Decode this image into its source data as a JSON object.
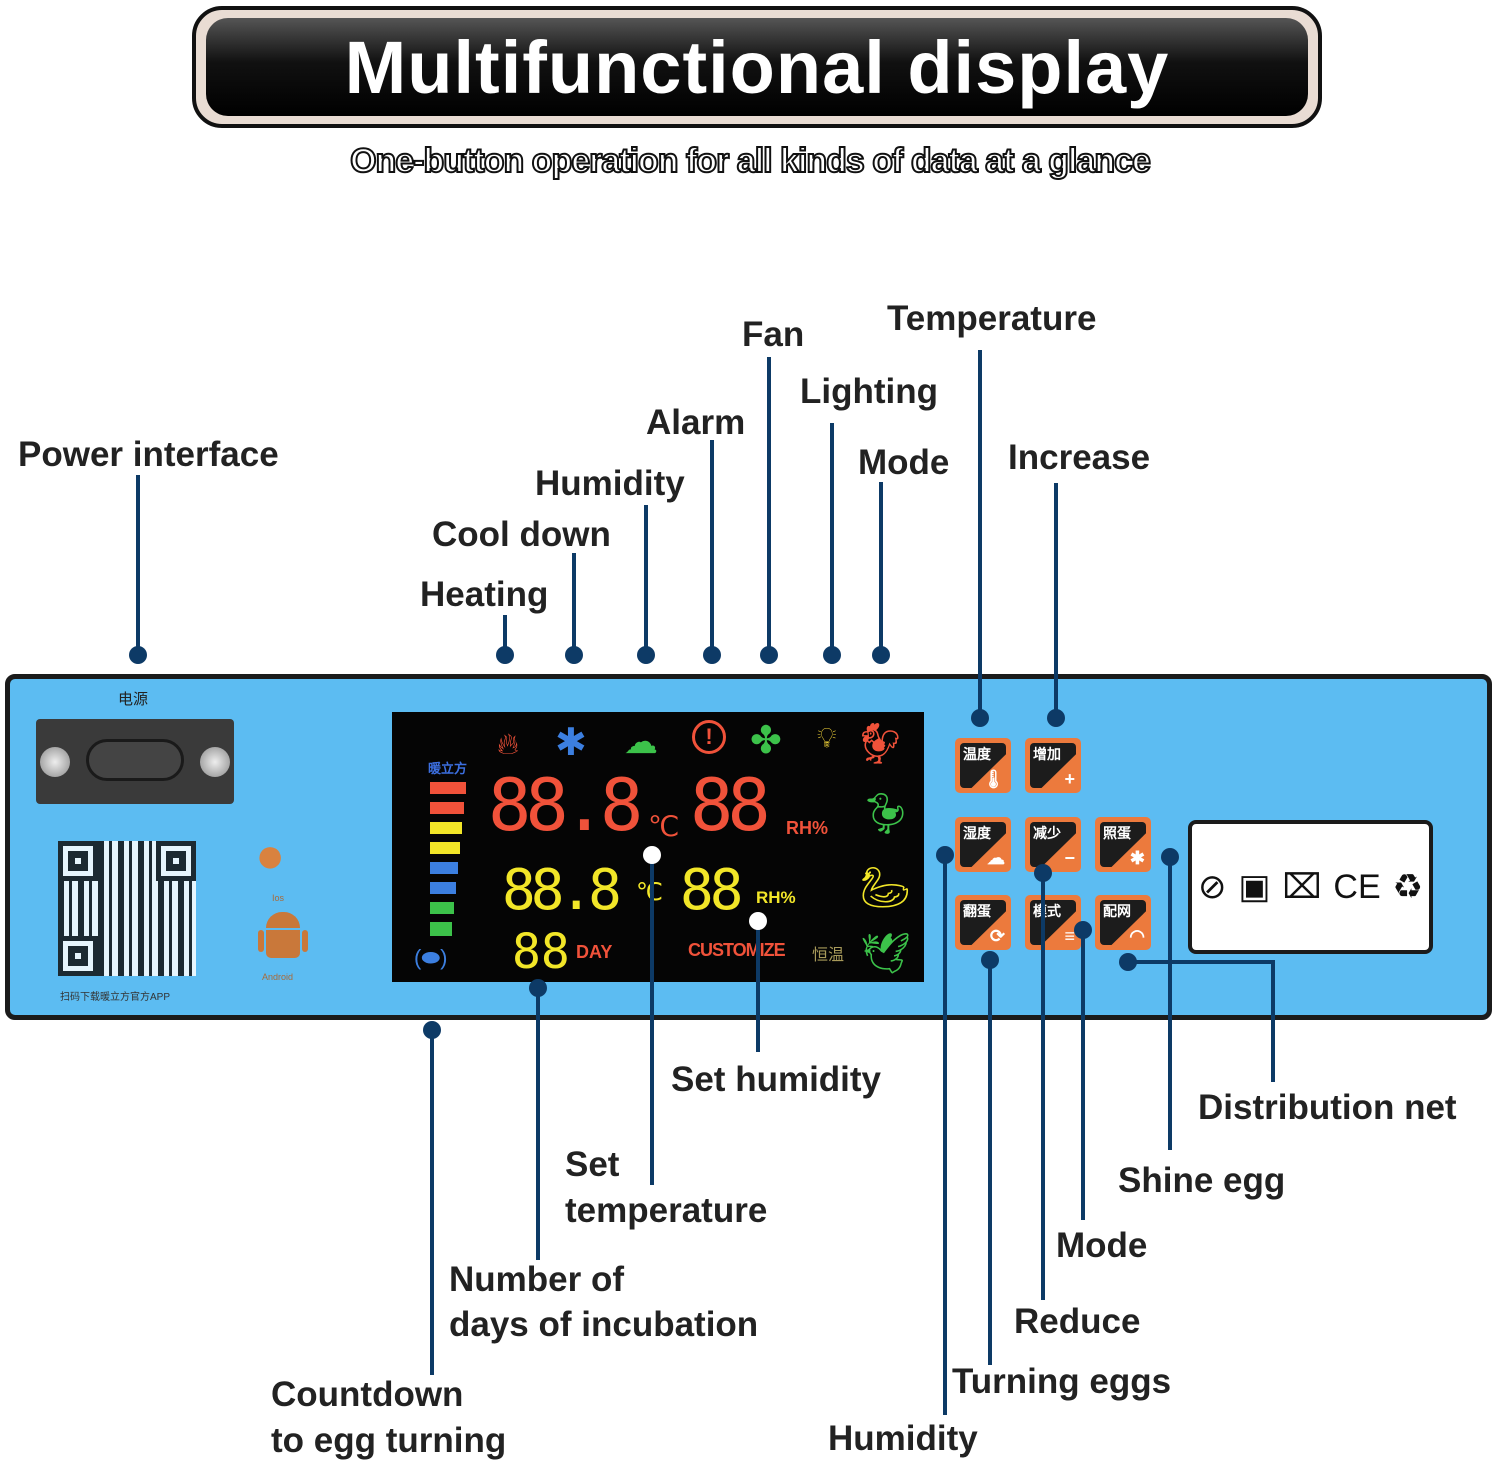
{
  "header": {
    "title": "Multifunctional display",
    "subtitle": "One-button operation for all kinds of data at a glance"
  },
  "callouts_top": {
    "power_interface": "Power interface",
    "heating": "Heating",
    "cool_down": "Cool down",
    "humidity": "Humidity",
    "alarm": "Alarm",
    "fan": "Fan",
    "lighting": "Lighting",
    "mode": "Mode",
    "temperature": "Temperature",
    "increase": "Increase"
  },
  "callouts_bottom": {
    "countdown_1": "Countdown",
    "countdown_2": "to egg turning",
    "days_1": "Number of",
    "days_2": "days of incubation",
    "set_temp_1": "Set",
    "set_temp_2": "temperature",
    "set_humidity": "Set humidity",
    "humidity": "Humidity",
    "turning_eggs": "Turning eggs",
    "reduce": "Reduce",
    "mode": "Mode",
    "shine_egg": "Shine egg",
    "distribution_net": "Distribution net"
  },
  "panel": {
    "power_label": "电源",
    "qr_caption": "扫码下载暖立方官方APP",
    "ios_label": "Ios",
    "android_label": "Android",
    "display": {
      "brand": "暖立方",
      "temp_main": "88.8",
      "temp_unit": "℃",
      "hum_main": "88",
      "hum_unit": "RH%",
      "temp_set": "88.8",
      "temp_set_unit": "℃",
      "hum_set": "88",
      "hum_set_unit": "RH%",
      "days": "88",
      "days_unit": "DAY",
      "mode_text": "CUSTOMIZE",
      "mode_cn": "恒温"
    },
    "buttons": [
      {
        "cn": "温度",
        "icon": "thermometer-icon",
        "glyph": "🌡"
      },
      {
        "cn": "增加",
        "icon": "plus-icon",
        "glyph": "+"
      },
      {
        "cn": "湿度",
        "icon": "cloud-icon",
        "glyph": "☁"
      },
      {
        "cn": "减少",
        "icon": "minus-icon",
        "glyph": "−"
      },
      {
        "cn": "照蛋",
        "icon": "bulb-icon",
        "glyph": "✱"
      },
      {
        "cn": "翻蛋",
        "icon": "rotate-icon",
        "glyph": "⟳"
      },
      {
        "cn": "模式",
        "icon": "mode-icon",
        "glyph": "≡"
      },
      {
        "cn": "配网",
        "icon": "wifi-icon",
        "glyph": "◠"
      }
    ],
    "cert_marks": [
      "⊘",
      "▣",
      "⌧",
      "CE",
      "♻"
    ]
  },
  "colors": {
    "panel": "#5cbcf2",
    "lcd_red": "#f0523a",
    "lcd_yellow": "#f2e628",
    "button": "#ec7a3d",
    "leader": "#0d3a66"
  }
}
